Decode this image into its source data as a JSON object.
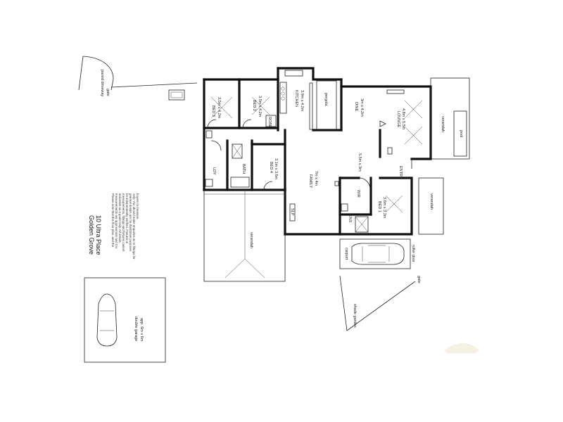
{
  "address": {
    "line1": "10 Ultra Place",
    "line2": "Golden Grove"
  },
  "disclaimer": [
    "Please note that this floor plan, and the",
    "measurements are approximate and it is",
    "indicative as a guide only. All details,",
    "measurements, fittings and fixtures cannot",
    "be independently verified. Fixtures &",
    "general details are for illustrative purposes",
    "only. You should make enquiries as to fittings for",
    "buyers to measure."
  ],
  "rooms": {
    "bed3": {
      "name": "BED 3",
      "size": "3.5m x 4.2m"
    },
    "bed2": {
      "name": "BED 2",
      "size": "3.5m x 4.2m"
    },
    "kitchen": {
      "name": "KITCHEN",
      "size": "3.9m x 4.2m"
    },
    "dine": {
      "name": "DINE",
      "size": "3m x 4.2m"
    },
    "lounge": {
      "name": "LOUNGE",
      "size": "4.8m x 5.5m"
    },
    "family": {
      "name": "FAMILY",
      "size": "7m x 4m"
    },
    "hall_size": "5.5m x 3m",
    "bed4": {
      "name": "BED 4",
      "size": "3.1m x 3.6m"
    },
    "bed1": {
      "name": "BED 1",
      "size": "3.6m x 3.3m"
    },
    "bath": "BATH",
    "ldy": "LDY",
    "robe": "ROBE",
    "wir": "WIR",
    "ens": "ENS",
    "entry": "ENTRY",
    "slp": "SLP",
    "pergola": "pergola",
    "verandah": "verandah",
    "carport": "carport",
    "roller_door": "roller door",
    "gate": "gate",
    "double_garage": {
      "name": "double garage",
      "size": "app. 6m x 6m"
    },
    "paved_driveway": "paved driveway",
    "shade_garden": "shade garden",
    "pool": "pool"
  }
}
